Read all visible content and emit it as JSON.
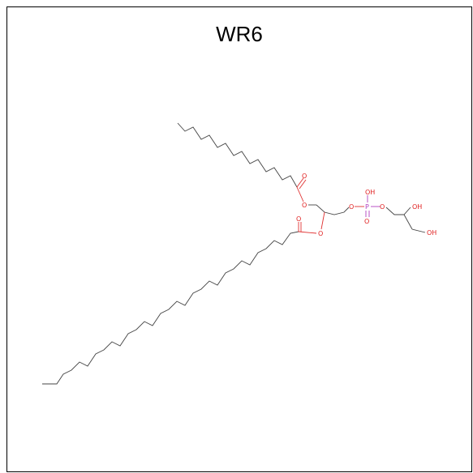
{
  "title": "WR6",
  "atom_labels": {
    "O": "O",
    "P": "P",
    "OH": "OH"
  },
  "colors": {
    "carbon_bond": "#444444",
    "oxygen": "#e02020",
    "phosphorus": "#b040c0",
    "atom_label": "#4caf50"
  }
}
